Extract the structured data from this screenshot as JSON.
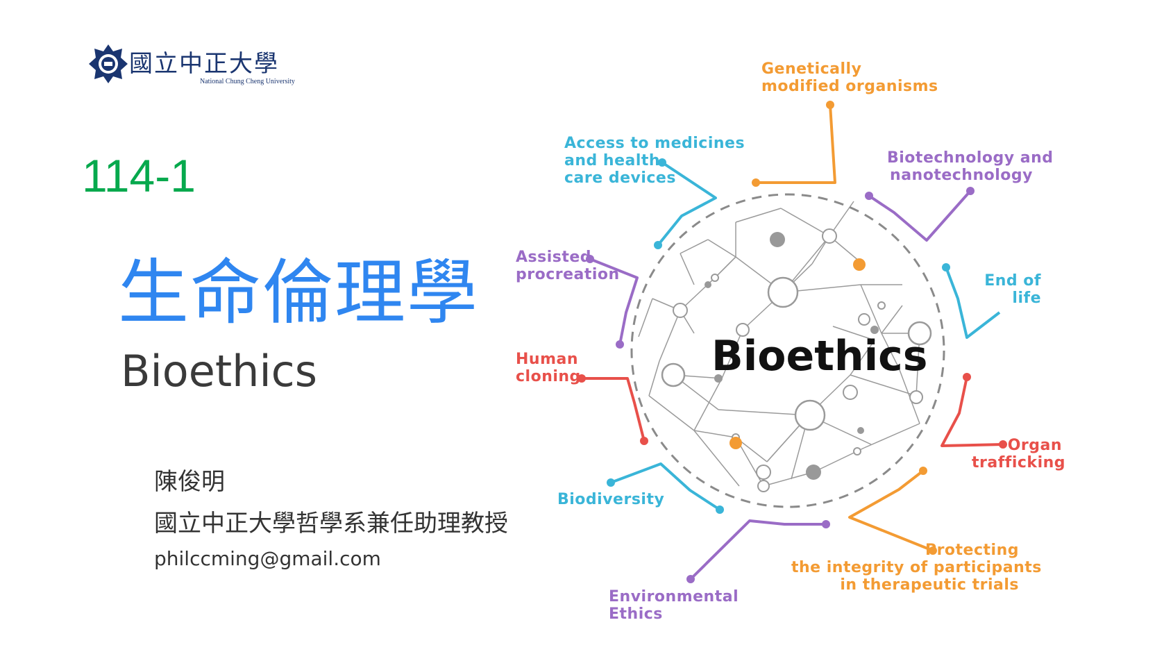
{
  "logo": {
    "name_zh": "國立中正大學",
    "name_en": "National Chung Cheng University"
  },
  "course_code": "114-1",
  "title_zh": "生命倫理學",
  "title_en": "Bioethics",
  "instructor": {
    "name": "陳俊明",
    "position": "國立中正大學哲學系兼任助理教授",
    "email": "philccming@gmail.com"
  },
  "diagram": {
    "center": "Bioethics",
    "colors": {
      "orange": "#f39b33",
      "blue": "#3ab5d8",
      "purple": "#9a6cc6",
      "red": "#e8504a",
      "network": "#9a9a9a",
      "circle": "#8a8a8a"
    },
    "topics": {
      "gmo": [
        "Genetically",
        "modified organisms"
      ],
      "access": [
        "Access to medicines",
        "and health",
        "care devices"
      ],
      "biotech": [
        "Biotechnology and",
        "nanotechnology"
      ],
      "assisted": [
        "Assisted",
        "procreation"
      ],
      "end_of_life": [
        "End of",
        "life"
      ],
      "cloning": [
        "Human",
        "cloning"
      ],
      "organ": [
        "Organ",
        "trafficking"
      ],
      "biodiversity": [
        "Biodiversity"
      ],
      "protecting": [
        "Protecting",
        "the integrity of participants",
        "in therapeutic trials"
      ],
      "environmental": [
        "Environmental",
        "Ethics"
      ]
    }
  }
}
